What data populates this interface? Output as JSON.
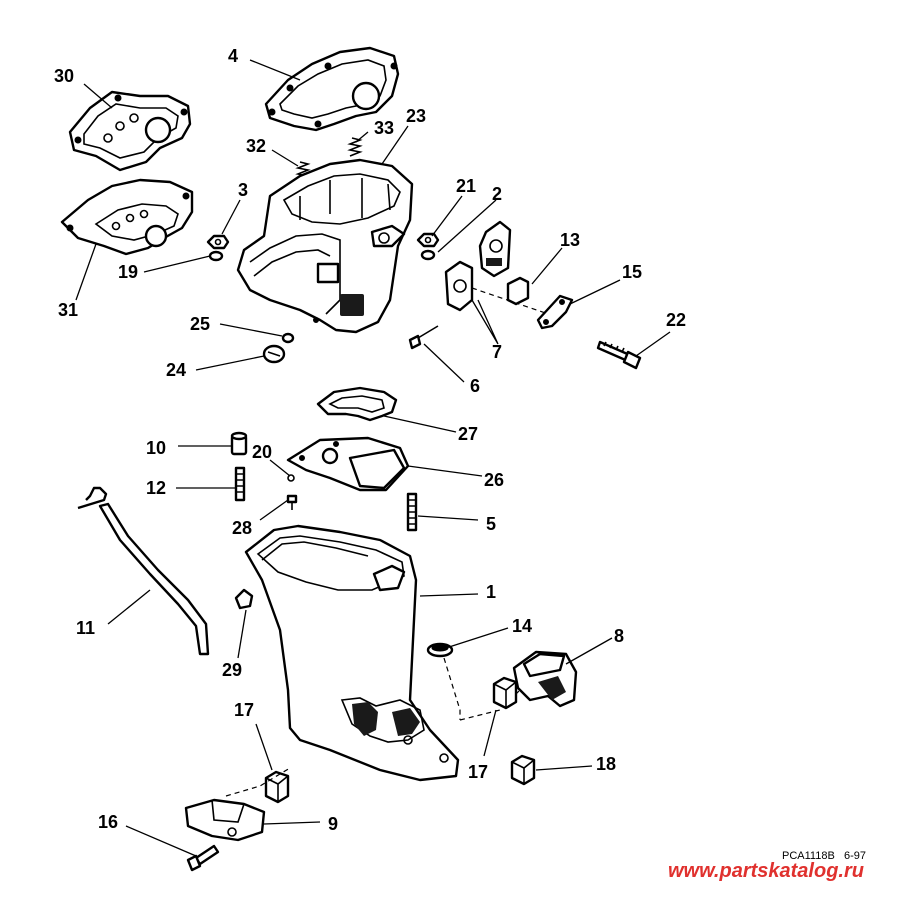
{
  "diagram": {
    "callouts": {
      "c1": "1",
      "c2": "2",
      "c3": "3",
      "c4": "4",
      "c5": "5",
      "c6": "6",
      "c7": "7",
      "c8": "8",
      "c9": "9",
      "c10": "10",
      "c11": "11",
      "c12": "12",
      "c13": "13",
      "c14": "14",
      "c15": "15",
      "c16": "16",
      "c17a": "17",
      "c17b": "17",
      "c18": "18",
      "c19": "19",
      "c20": "20",
      "c21": "21",
      "c22": "22",
      "c23": "23",
      "c24": "24",
      "c25": "25",
      "c26": "26",
      "c27": "27",
      "c28": "28",
      "c29": "29",
      "c30": "30",
      "c31": "31",
      "c32": "32",
      "c33": "33"
    },
    "figure_code": "PCA1118B",
    "date_code": "6-97",
    "watermark": "www.partskatalog.ru"
  }
}
